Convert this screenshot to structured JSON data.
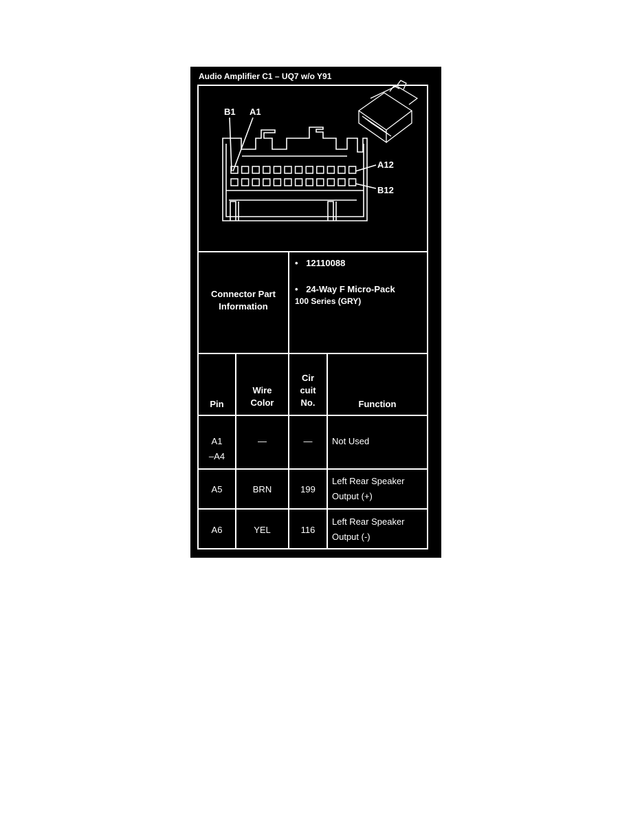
{
  "title": "Audio Amplifier C1 – UQ7 w/o Y91",
  "diagram": {
    "labels": {
      "b1": "B1",
      "a1": "A1",
      "a12": "A12",
      "b12": "B12"
    }
  },
  "connector_info": {
    "label_line1": "Connector Part",
    "label_line2": "Information",
    "part_number_bullet": "•",
    "part_number": "12110088",
    "description_bullet": "•",
    "description": "24-Way F Micro-Pack",
    "description_line2": "100 Series (GRY)"
  },
  "table": {
    "headers": {
      "pin": "Pin",
      "wire_color_line1": "Wire",
      "wire_color_line2": "Color",
      "circuit_line1": "Cir",
      "circuit_line2": "cuit",
      "circuit_line3": "No.",
      "function": "Function"
    },
    "rows": [
      {
        "pin_line1": "A1",
        "pin_line2": "–A4",
        "wire_color": "—",
        "circuit": "—",
        "function_line1": "Not Used",
        "function_line2": ""
      },
      {
        "pin_line1": "A5",
        "pin_line2": "",
        "wire_color": "BRN",
        "circuit": "199",
        "function_line1": "Left Rear Speaker",
        "function_line2": "Output (+)"
      },
      {
        "pin_line1": "A6",
        "pin_line2": "",
        "wire_color": "YEL",
        "circuit": "116",
        "function_line1": "Left Rear Speaker",
        "function_line2": "Output (-)"
      }
    ]
  }
}
